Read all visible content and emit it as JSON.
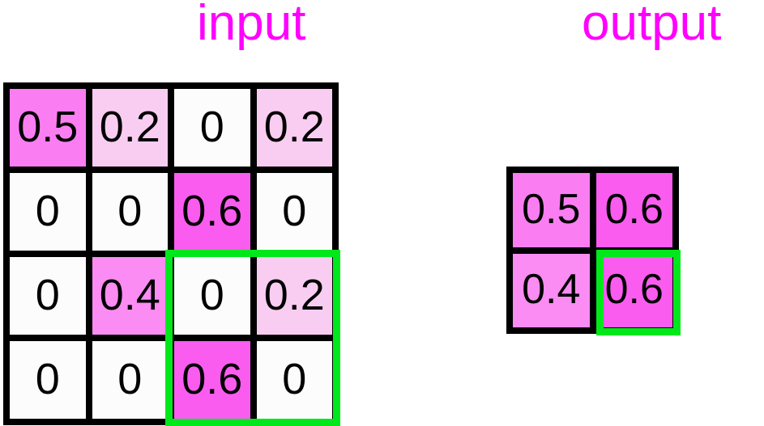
{
  "labels": {
    "input_title": "input",
    "output_title": "output"
  },
  "colors": {
    "title_magenta": "#ff00ff",
    "highlight_green": "#00e81b",
    "grid_line": "#000000",
    "value_0": "#fdfcfd",
    "value_02": "#f9cdf2",
    "value_04": "#fa8cf3",
    "value_05": "#fa7ef2",
    "value_06": "#fa5cf0",
    "text": "#000000"
  },
  "chart_data": {
    "type": "heatmap",
    "title": "",
    "xlabel": "",
    "ylabel": "",
    "grid": true,
    "legend": "none",
    "operation": "max-pool 2x2, stride 2",
    "input": {
      "label": "input",
      "rows": 4,
      "cols": 4,
      "values": [
        [
          0.5,
          0.2,
          0,
          0.2
        ],
        [
          0,
          0,
          0.6,
          0
        ],
        [
          0,
          0.4,
          0,
          0.2
        ],
        [
          0,
          0,
          0.6,
          0
        ]
      ],
      "display": [
        [
          "0.5",
          "0.2",
          "0",
          "0.2"
        ],
        [
          "0",
          "0",
          "0.6",
          "0"
        ],
        [
          "0",
          "0.4",
          "0",
          "0.2"
        ],
        [
          "0",
          "0",
          "0.6",
          "0"
        ]
      ],
      "cell_colors": [
        [
          "#fa7ef2",
          "#f9cdf2",
          "#fdfcfd",
          "#f9cdf2"
        ],
        [
          "#fdfcfd",
          "#fdfcfd",
          "#fa5cf0",
          "#fdfcfd"
        ],
        [
          "#fdfcfd",
          "#fa8cf3",
          "#fdfcfd",
          "#f9cdf2"
        ],
        [
          "#fdfcfd",
          "#fdfcfd",
          "#fa5cf0",
          "#fdfcfd"
        ]
      ],
      "highlight_window": {
        "row_start": 3,
        "row_end": 4,
        "col_start": 3,
        "col_end": 4,
        "color": "#00e81b"
      }
    },
    "output": {
      "label": "output",
      "rows": 2,
      "cols": 2,
      "values": [
        [
          0.5,
          0.6
        ],
        [
          0.4,
          0.6
        ]
      ],
      "display": [
        [
          "0.5",
          "0.6"
        ],
        [
          "0.4",
          "0.6"
        ]
      ],
      "cell_colors": [
        [
          "#fa7ef2",
          "#fa5cf0"
        ],
        [
          "#fa8cf3",
          "#fa5cf0"
        ]
      ],
      "highlight_cell": {
        "row": 2,
        "col": 2,
        "color": "#00e81b"
      }
    }
  }
}
